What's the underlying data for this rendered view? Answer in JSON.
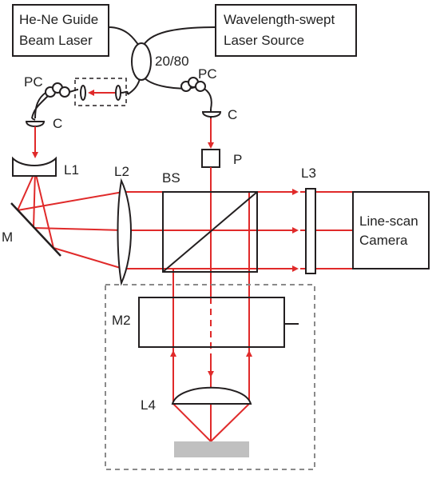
{
  "colors": {
    "beam": "#e02a2a",
    "line": "#231f20",
    "dashed_box": "#8a8a8a",
    "sample": "#b5b5b5"
  },
  "boxes": {
    "guide_laser": {
      "line1": "He-Ne Guide",
      "line2": "Beam Laser"
    },
    "swept_source": {
      "line1": "Wavelength-swept",
      "line2": "Laser Source"
    },
    "camera": {
      "line1": "Line-scan",
      "line2": "Camera"
    }
  },
  "labels": {
    "coupler": "20/80",
    "pc_left": "PC",
    "pc_right": "PC",
    "c_left": "C",
    "c_right": "C",
    "p": "P",
    "l1": "L1",
    "l2": "L2",
    "l3": "L3",
    "l4": "L4",
    "bs": "BS",
    "m": "M",
    "m2": "M2"
  }
}
